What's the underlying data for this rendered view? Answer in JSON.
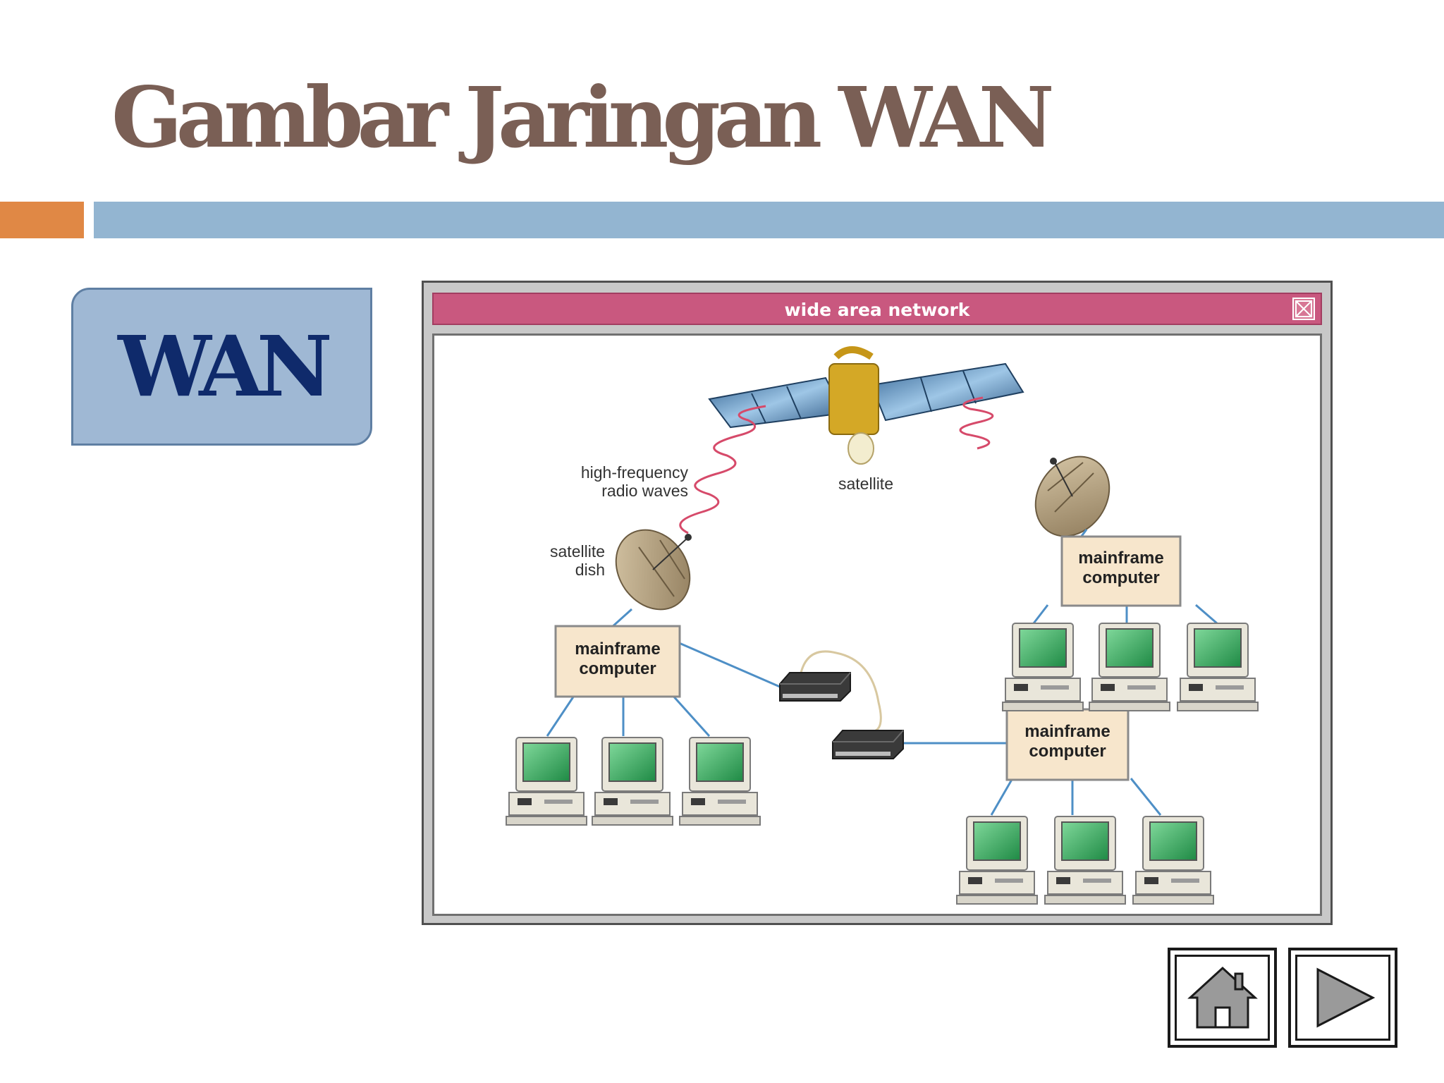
{
  "slide": {
    "title": "Gambar Jaringan WAN",
    "label": "WAN"
  },
  "window": {
    "title": "wide area network"
  },
  "diagram": {
    "satellite_label": "satellite",
    "radio_label_line1": "high-frequency",
    "radio_label_line2": "radio waves",
    "dish_label_line1": "satellite",
    "dish_label_line2": "dish",
    "mainframe_line1": "mainframe",
    "mainframe_line2": "computer"
  },
  "nav": {
    "home_icon": "home-icon",
    "next_icon": "play-next-icon"
  },
  "colors": {
    "title": "#7a5f55",
    "accent_orange": "#e08845",
    "accent_blue": "#93b5d1",
    "label_box": "#9fb8d4",
    "label_text": "#0f2a6b",
    "window_titlebar": "#c9587f"
  }
}
